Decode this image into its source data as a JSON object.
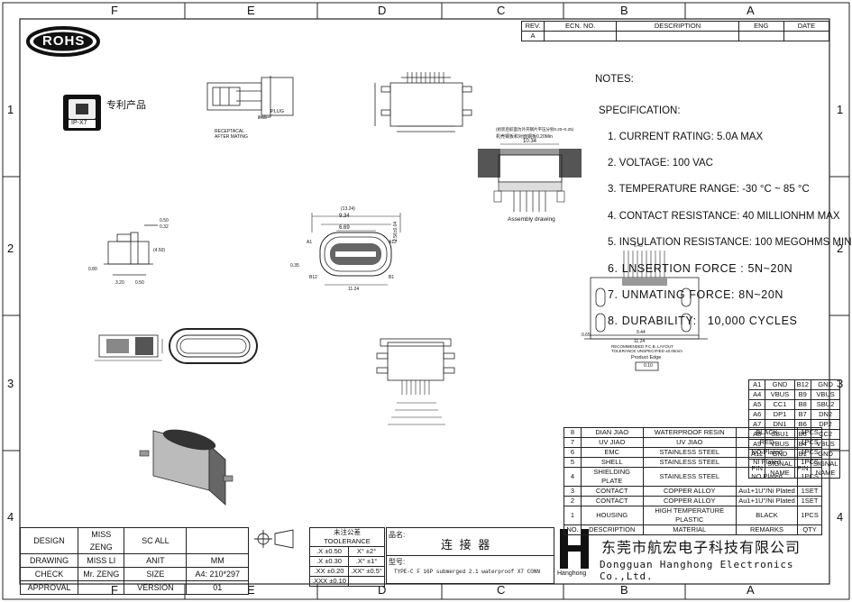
{
  "zones": {
    "columns": [
      "F",
      "E",
      "D",
      "C",
      "B",
      "A"
    ],
    "rows": [
      "1",
      "2",
      "3",
      "4"
    ]
  },
  "logo": {
    "rohs": "ROHS",
    "ipx7": "IP-X7",
    "patent": "专利产品"
  },
  "revision": {
    "headers": [
      "REV.",
      "ECN. NO.",
      "DESCRIPTION",
      "ENG",
      "DATE"
    ],
    "row": [
      "A",
      "",
      "",
      "",
      ""
    ]
  },
  "notes": {
    "title": "NOTES:",
    "spec_title": "SPECIFICATION:",
    "items": [
      "1. CURRENT RATING: 5.0A MAX",
      "2. VOLTAGE: 100 VAC",
      "3. TEMPERATURE RANGE: -30 °C ~ 85 °C",
      "4. CONTACT RESISTANCE: 40 MILLIONHM MAX",
      "5. INSULATION RESISTANCE: 100 MEGOHMS MIN.",
      "6. LNSERTION FORCE : 5N~20N",
      "7. UNMATING FORCE: 8N~20N",
      "8. DURABILITY:   10,000 CYCLES"
    ]
  },
  "drawing_labels": {
    "receptacle": "RECEPTACAL",
    "after_mating": "AFTER MATING",
    "plug": "PLUG",
    "dim_265": "2.65",
    "assembly": "Assembly drawing",
    "assembly_note1": "(组装后胶面为外壳钢片平压分别0.20~0.25)",
    "assembly_note2": "机壳钢板和对面钢板0.20Min",
    "dim_1034": "10.34",
    "dim_1324": "(13.24)",
    "dim_934": "9.34",
    "dim_669": "6.69",
    "dim_256": "2.56±0.04",
    "dim_1124": "11.24",
    "dim_035": "0.35",
    "a1": "A1",
    "a12": "A12",
    "b12": "B12",
    "b1": "B1",
    "dim_050": "0.50",
    "dim_032": "0.32",
    "dim_450": "(4.50)",
    "dim_080": "0.80",
    "dim_320": "3.20",
    "dim_050b": "0.50",
    "pcb_title": "RECOMMENDED P.C.B. LAYOUT",
    "pcb_tol": "TOLERANCE UNSPECIFIED ±0.05mm",
    "product_edge": "Product Edge",
    "dim_643": "6.43",
    "dim_944": "9.44",
    "dim_1124b": "11.24",
    "dim_065": "0.65",
    "dim_010": "0.10"
  },
  "pin_table": {
    "rows": [
      [
        "A1",
        "GND",
        "B12",
        "GND"
      ],
      [
        "A4",
        "VBUS",
        "B9",
        "VBUS"
      ],
      [
        "A5",
        "CC1",
        "B8",
        "SBU2"
      ],
      [
        "A6",
        "DP1",
        "B7",
        "DN2"
      ],
      [
        "A7",
        "DN1",
        "B6",
        "DP2"
      ],
      [
        "A8",
        "SBU1",
        "B5",
        "CC2"
      ],
      [
        "A9",
        "VBUS",
        "B4",
        "VBUS"
      ],
      [
        "A12",
        "GND",
        "B1",
        "GND"
      ]
    ],
    "footer": [
      "PIN",
      "SIGNAL NAME",
      "PIN",
      "SIGNAL NAME"
    ]
  },
  "bom": {
    "rows": [
      [
        "8",
        "DIAN JIAO",
        "WATERPROOF RESIN",
        "BLACK",
        "1PCS"
      ],
      [
        "7",
        "UV JIAO",
        "UV JIAO",
        "RED",
        "1PCS"
      ],
      [
        "6",
        "EMC",
        "STAINLESS STEEL",
        "NO Plated",
        "1PCS"
      ],
      [
        "5",
        "SHELL",
        "STAINLESS STEEL",
        "NI  Plated",
        "1PCS"
      ],
      [
        "4",
        "SHIELDING PLATE",
        "STAINLESS STEEL",
        "NO Plated",
        "1PCS"
      ],
      [
        "3",
        "CONTACT",
        "COPPER ALLOY",
        "Au1+1U\"/Ni Plated",
        "1SET"
      ],
      [
        "2",
        "CONTACT",
        "COPPER ALLOY",
        "Au1+1U\"/Ni Plated",
        "1SET"
      ],
      [
        "1",
        "HOUSING",
        "HIGH TEMPERATURE PLASTIC",
        "BLACK",
        "1PCS"
      ]
    ],
    "header": [
      "NO.",
      "DESCRIPTION",
      "MATERIAL",
      "REMARKS",
      "QTY"
    ]
  },
  "title_block": {
    "rows": [
      [
        "DESIGN",
        "MISS ZENG",
        "SC ALL",
        ""
      ],
      [
        "DRAWING",
        "MISS LI",
        "ANIT",
        "MM"
      ],
      [
        "CHECK",
        "Mr. ZENG",
        "SIZE",
        "A4: 210*297"
      ],
      [
        "APPROVAL",
        "",
        "VERSION",
        "01"
      ]
    ],
    "tol_header": "未注公差 TOOLERANCE",
    "tolerances": [
      [
        ".X ±0.50",
        "X° ±2°"
      ],
      [
        ".X ±0.30",
        ".X° ±1°"
      ],
      [
        ".XX ±0.20",
        ".XX° ±0.5°"
      ],
      [
        ".XXX ±0.10",
        ""
      ]
    ],
    "name_label": "品名:",
    "name": "连 接 器",
    "model_label": "型号:",
    "model": "TYPE-C F 16P submerged 2.1 waterproof X7 CONN",
    "company_cn": "东莞市航宏电子科技有限公司",
    "company_en": "Dongguan Hanghong Electronics Co.,Ltd.",
    "company_short": "Hanghong"
  }
}
